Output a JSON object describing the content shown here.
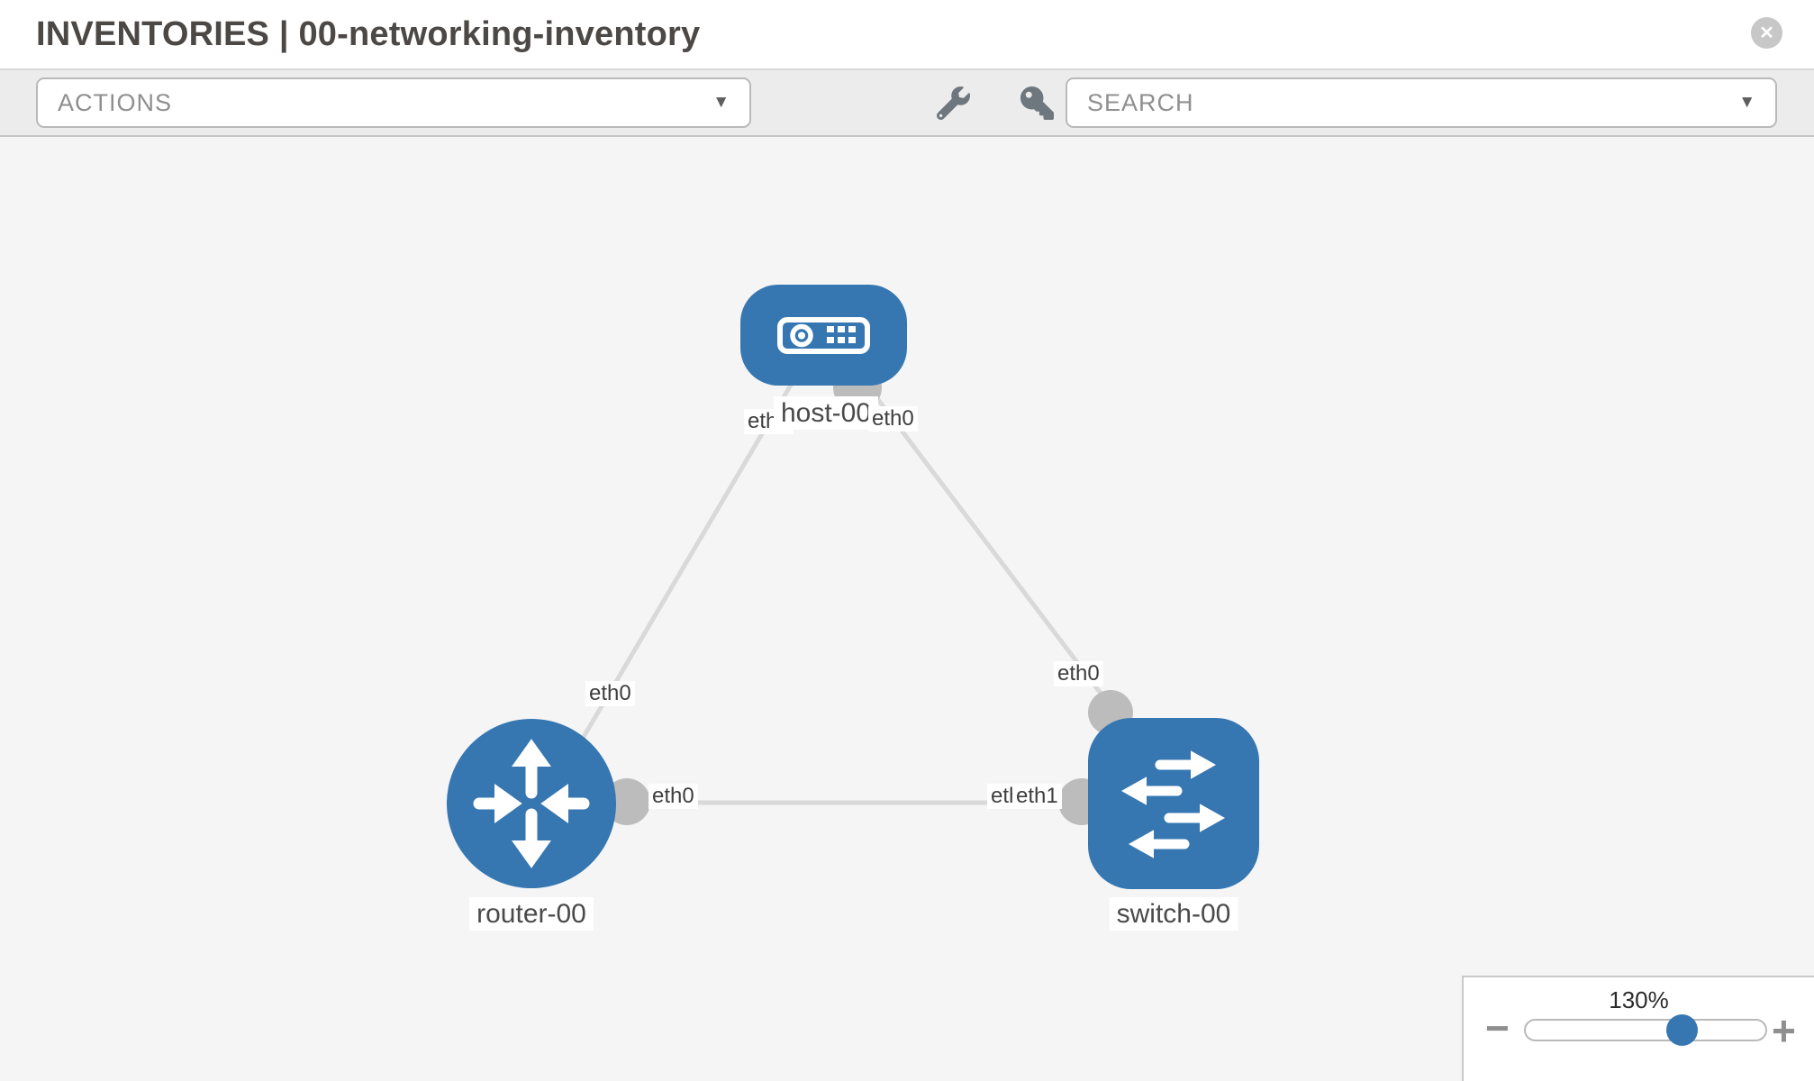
{
  "header": {
    "title": "INVENTORIES | 00-networking-inventory",
    "close_icon": "✕"
  },
  "toolbar": {
    "actions_label": "ACTIONS",
    "search_label": "SEARCH",
    "caret_icon": "▼",
    "icons": [
      "wrench-icon",
      "key-icon"
    ]
  },
  "diagram": {
    "nodes": [
      {
        "id": "host-00",
        "label": "host-00",
        "type": "host"
      },
      {
        "id": "router-00",
        "label": "router-00",
        "type": "router"
      },
      {
        "id": "switch-00",
        "label": "switch-00",
        "type": "switch"
      }
    ],
    "edges": [
      {
        "from": "host-00",
        "to": "router-00",
        "from_iface": "eth0",
        "to_iface": "eth0"
      },
      {
        "from": "host-00",
        "to": "switch-00",
        "from_iface": "eth0",
        "to_iface": "eth0"
      },
      {
        "from": "router-00",
        "to": "switch-00",
        "from_iface": "eth0",
        "to_iface": "eth1",
        "obscured_iface": "eth0"
      }
    ]
  },
  "zoom_control": {
    "level": "130%",
    "zoom_out_label": "−",
    "zoom_in_label": "+"
  },
  "colors": {
    "node_blue": "#3677b2",
    "edge_gray": "#d9d9d9",
    "connector_gray": "#bcbcbc",
    "toolbar_bg": "#ececec",
    "canvas_bg": "#f5f5f5"
  }
}
